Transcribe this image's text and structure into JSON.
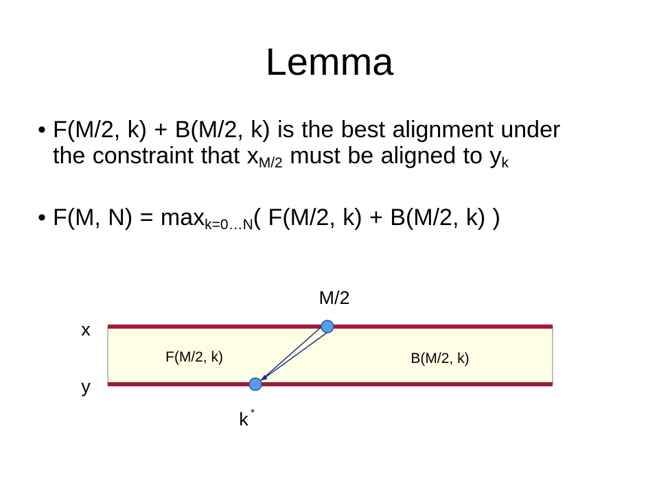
{
  "slide": {
    "title": "Lemma",
    "bullet_char": "•",
    "bullets": [
      {
        "text_a": "F(M/2, k) + B(M/2, k) is the best alignment under",
        "text_b": "the constraint that x",
        "sub1": "M/2",
        "text_c": " must be aligned to y",
        "sub2": "k"
      },
      {
        "text_a": "F(M, N) = max",
        "sub1": "k=0…N",
        "text_b": "( F(M/2, k) + B(M/2, k) )"
      }
    ]
  },
  "diagram": {
    "label_top": "M/2",
    "label_x": "x",
    "label_y": "y",
    "label_forward": "F(M/2, k)",
    "label_backward": "B(M/2, k)",
    "label_kstar": "k",
    "label_kstar_sup": "*",
    "colors": {
      "band_fill": "#ffffe6",
      "band_line": "#a01c3c",
      "node_fill": "#5b9be8",
      "node_stroke": "#2255aa",
      "arrow": "#1a2d8a"
    }
  }
}
